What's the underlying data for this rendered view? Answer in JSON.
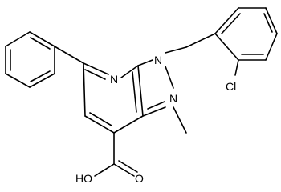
{
  "molecule": {
    "atom_labels": {
      "n1": "N",
      "n2": "N",
      "n7": "N",
      "cl": "Cl",
      "oh": "HO",
      "o": "O"
    },
    "colors": {
      "bond": "#000000",
      "text": "#000000",
      "background": "#ffffff"
    }
  }
}
